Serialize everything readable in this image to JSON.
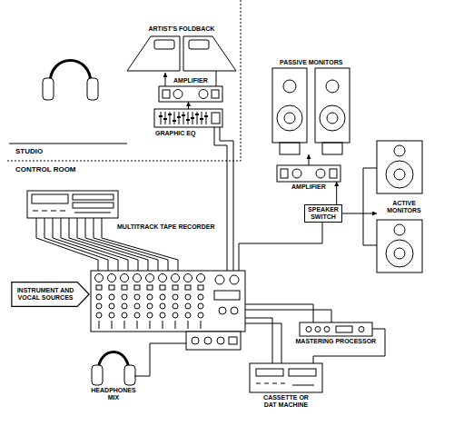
{
  "diagram": {
    "nodes": [
      {
        "text": [
          "ARTIST'S FOLDBACK"
        ]
      },
      {
        "text": [
          "AMPLIFIER"
        ]
      },
      {
        "text": [
          "GRAPHIC EQ"
        ]
      },
      {
        "text": [
          "PASSIVE MONITORS"
        ]
      },
      {
        "text": [
          "AMPLIFIER"
        ]
      },
      {
        "text": [
          "SPEAKER SWITCH"
        ]
      },
      {
        "text": [
          "ACTIVE MONITORS"
        ]
      },
      {
        "text": [
          "MULTITRACK TAPE RECORDER"
        ]
      },
      {
        "text": [
          "INSTRUMENT AND VOCAL SOURCES"
        ]
      },
      {
        "text": [
          "MASTERING PROCESSOR"
        ]
      },
      {
        "text": [
          "HEADPHONES MIX"
        ]
      },
      {
        "text": [
          "CASSETTE OR DAT MACHINE"
        ]
      }
    ],
    "edges": [
      {
        "from": 2,
        "to": 1,
        "arrow": "to"
      },
      {
        "from": 1,
        "to": 0,
        "arrow": "to"
      },
      {
        "from": 5,
        "to": 4,
        "arrow": "to"
      },
      {
        "from": 4,
        "to": 3,
        "arrow": "to"
      },
      {
        "from": 5,
        "to": 6,
        "arrow": "to"
      }
    ],
    "labels": [
      "STUDIO",
      "CONTROL ROOM"
    ]
  }
}
